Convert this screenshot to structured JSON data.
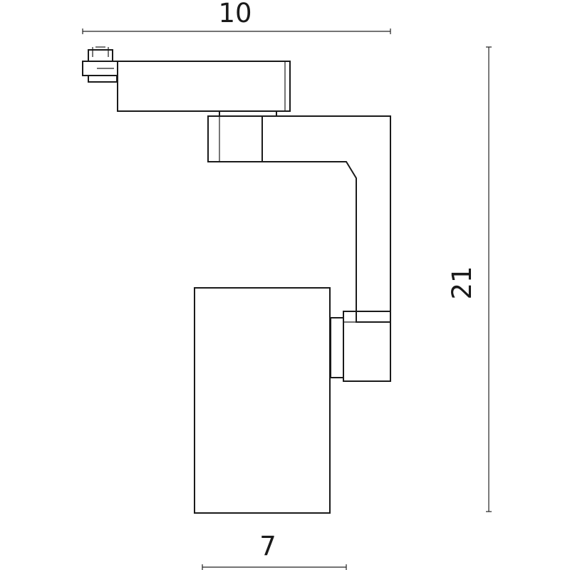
{
  "diagram": {
    "dimensions": {
      "width_top": "10",
      "height_right": "21",
      "width_bottom": "7"
    },
    "colors": {
      "line": "#1a1a1a",
      "background": "#ffffff"
    }
  }
}
